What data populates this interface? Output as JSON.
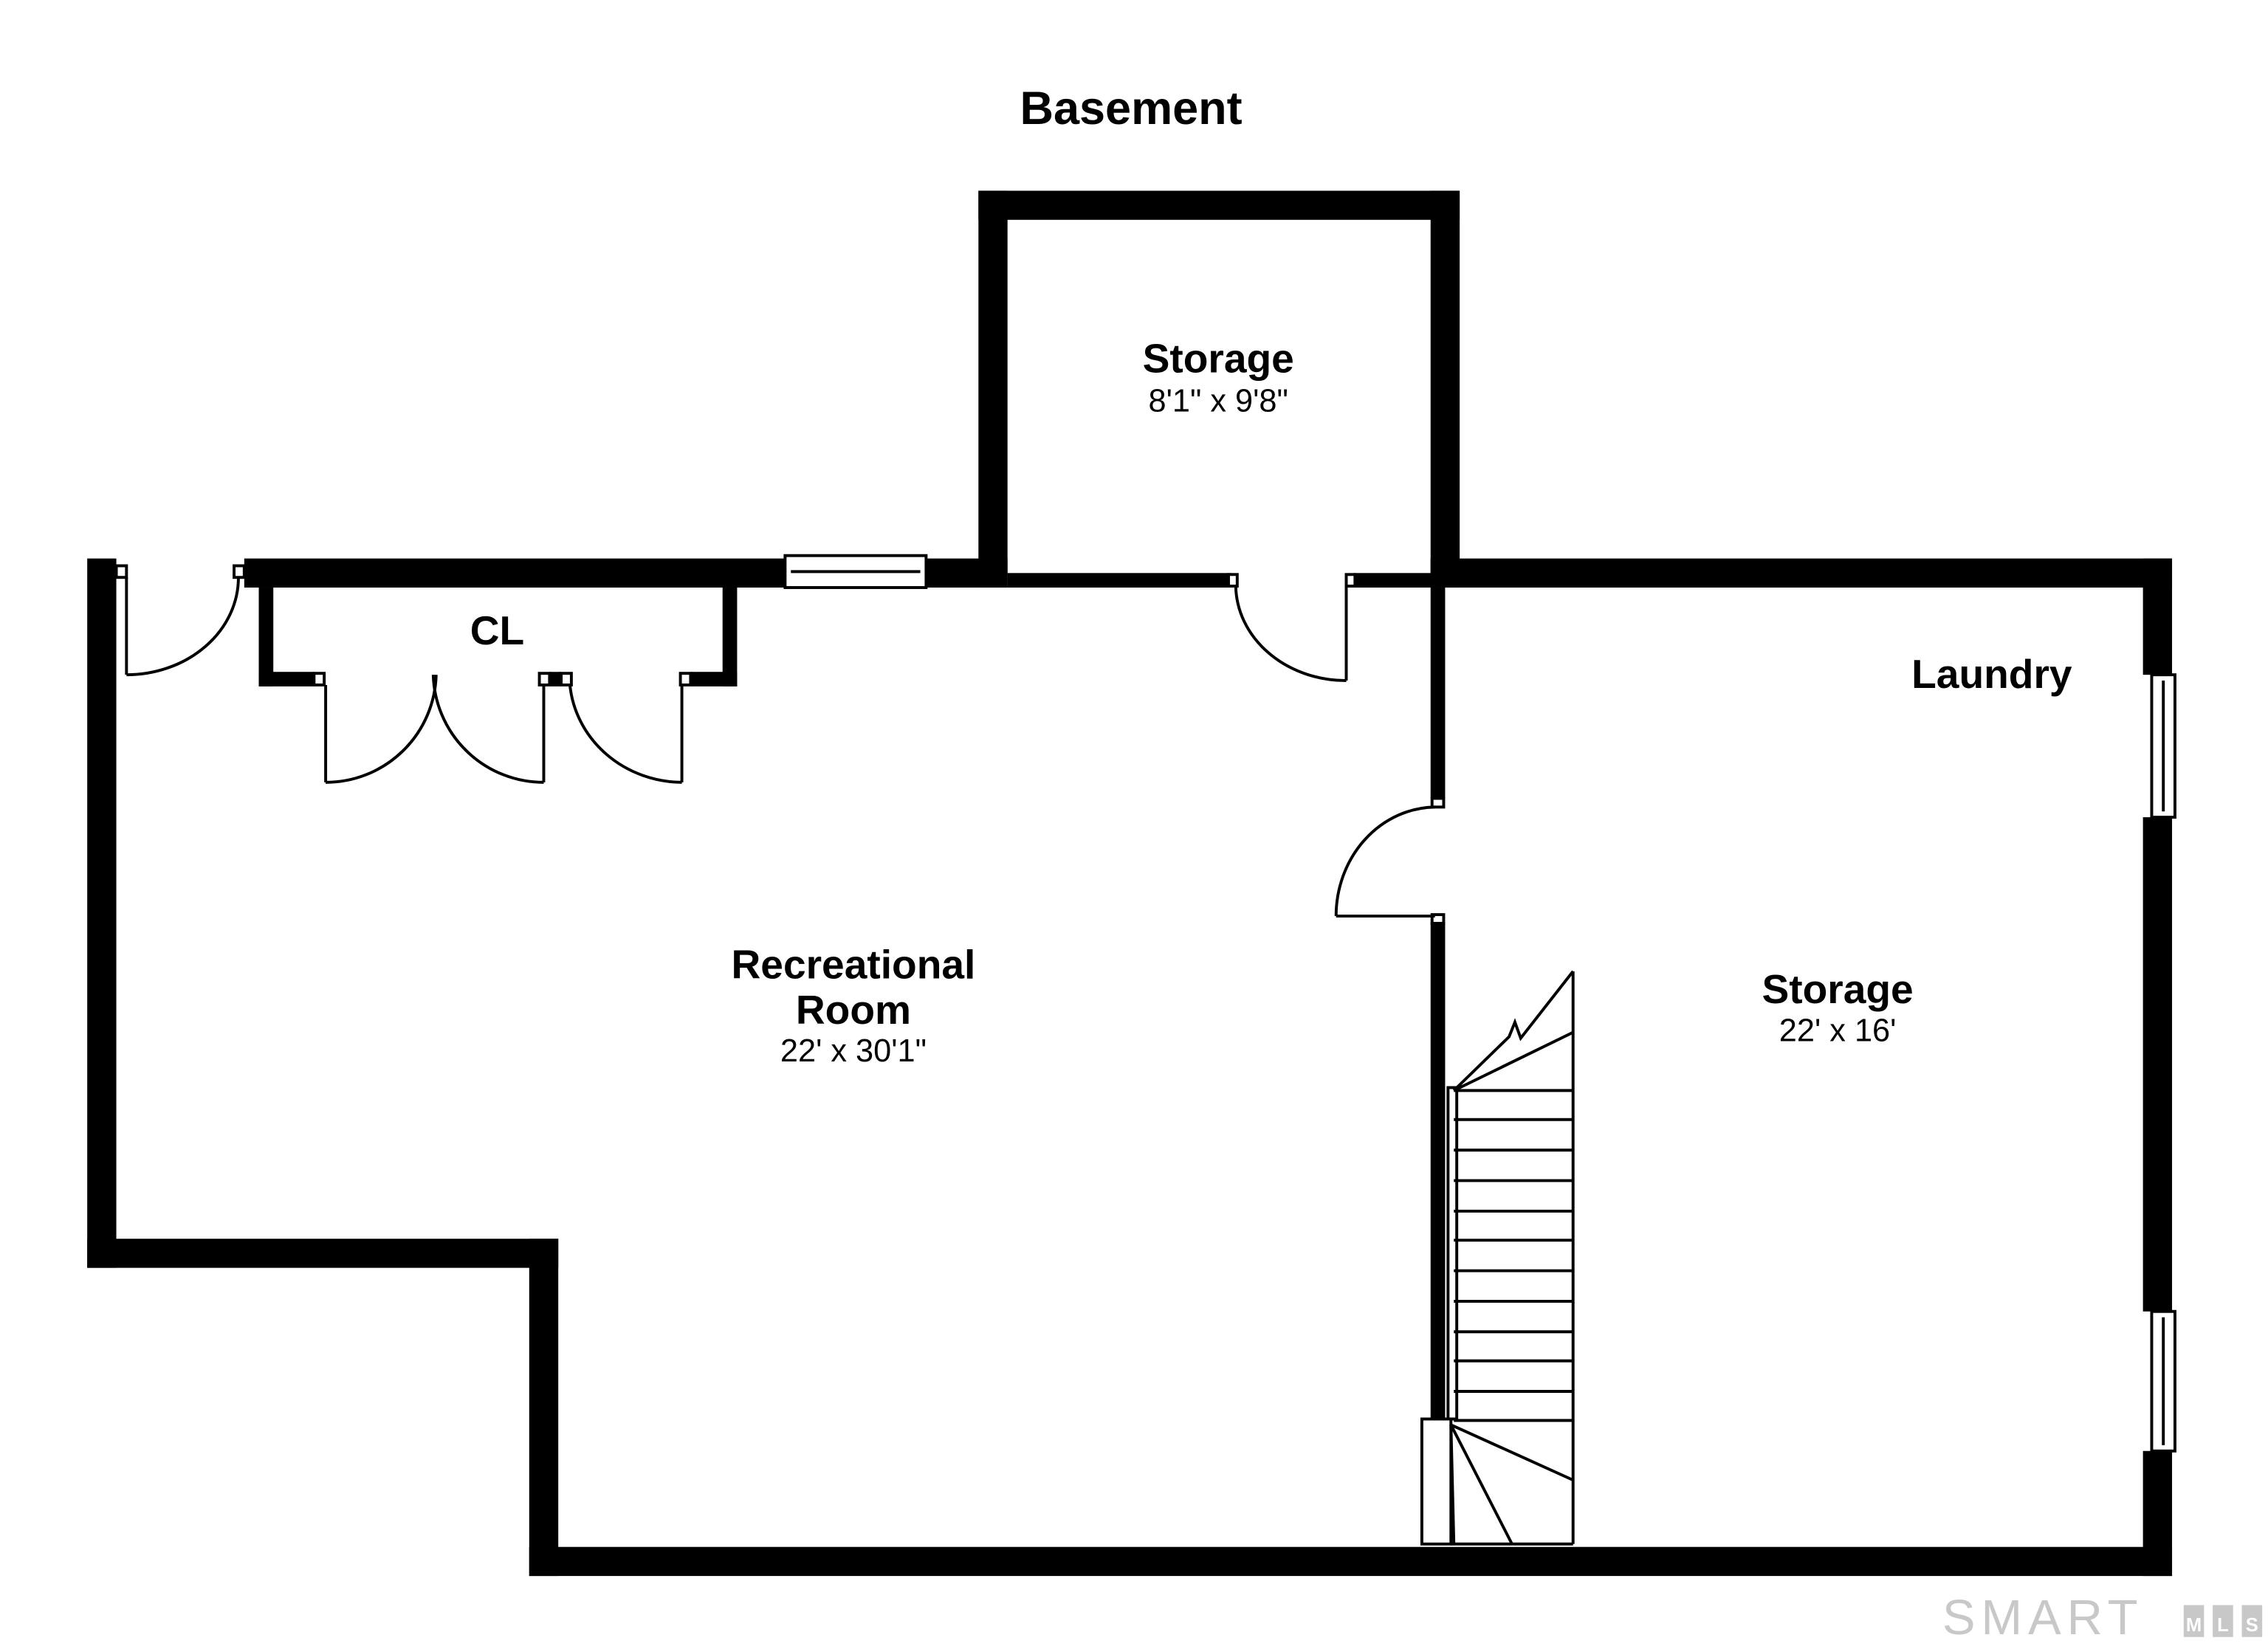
{
  "floor": {
    "title": "Basement"
  },
  "rooms": {
    "storage_top": {
      "name": "Storage",
      "dims": "8'1\" x 9'8\""
    },
    "closet": {
      "name": "CL"
    },
    "laundry": {
      "name": "Laundry"
    },
    "recreational": {
      "name_line1": "Recreational",
      "name_line2": "Room",
      "dims": "22' x 30'1\""
    },
    "storage_right": {
      "name": "Storage",
      "dims": "22' x 16'"
    }
  },
  "watermark": {
    "word": "SMART",
    "letters": [
      "M",
      "L",
      "S"
    ]
  }
}
